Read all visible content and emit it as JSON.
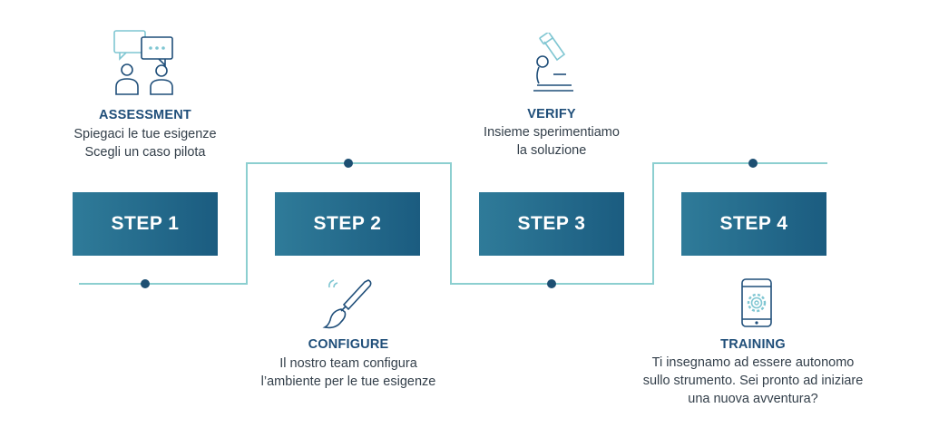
{
  "colors": {
    "line": "#8ccfd0",
    "dot": "#1d4f72",
    "box_start": "#2f7b99",
    "box_end": "#1b5c80",
    "heading": "#1f4e79",
    "icon_dark": "#1f4e79",
    "icon_light": "#7fc6d2"
  },
  "steps": [
    {
      "label": "STEP 1",
      "title": "ASSESSMENT",
      "description": [
        "Spiegaci le tue  esigenze",
        "Scegli un caso pilota"
      ],
      "icon": "people-chat-icon"
    },
    {
      "label": "STEP 2",
      "title": "CONFIGURE",
      "description": [
        "Il nostro team configura",
        "l’ambiente per le tue esigenze"
      ],
      "icon": "paintbrush-icon"
    },
    {
      "label": "STEP 3",
      "title": "VERIFY",
      "description": [
        "Insieme sperimentiamo",
        "la soluzione"
      ],
      "icon": "microscope-icon"
    },
    {
      "label": "STEP 4",
      "title": "TRAINING",
      "description": [
        "Ti insegnamo ad essere autonomo",
        "sullo strumento. Sei pronto ad iniziare",
        "una nuova avventura?"
      ],
      "icon": "mobile-settings-icon"
    }
  ]
}
